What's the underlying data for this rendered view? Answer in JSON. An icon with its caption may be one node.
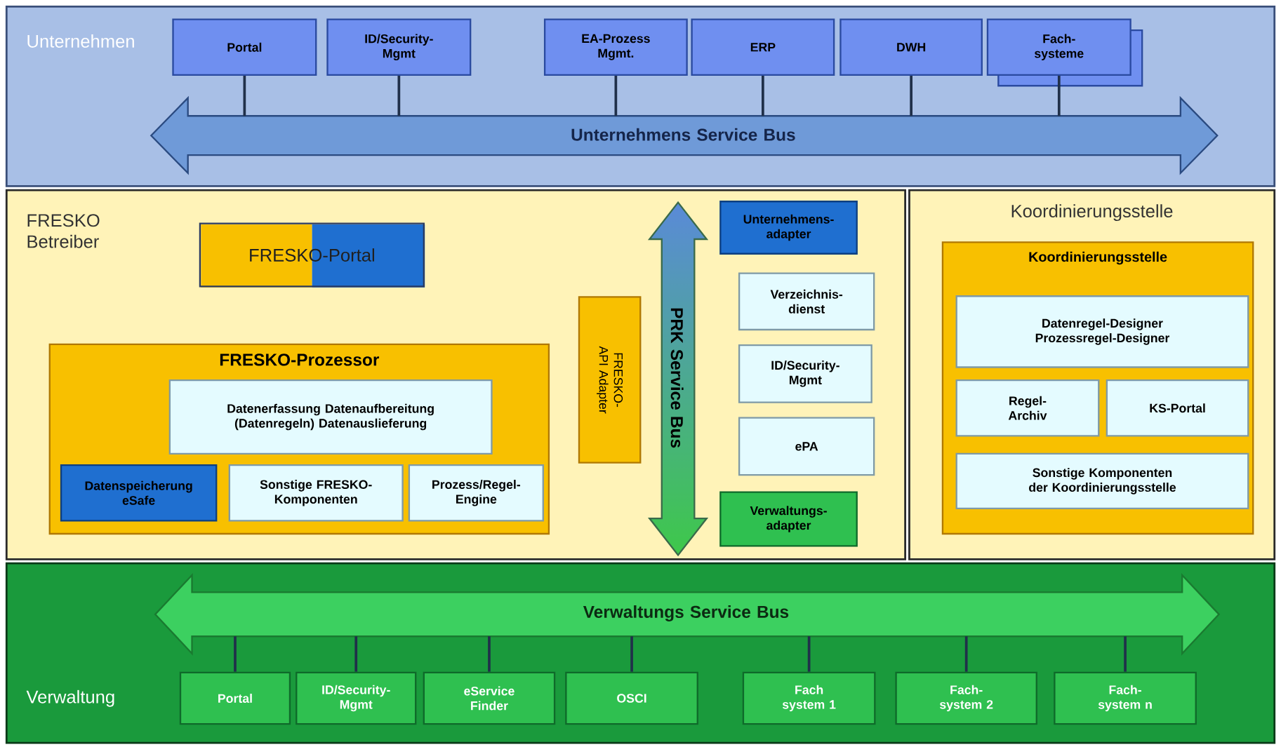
{
  "diagram": {
    "nodes": [
      {
        "text": [
          "Unternehmen"
        ]
      },
      {
        "text": [
          "Portal"
        ],
        "in": 0
      },
      {
        "text": [
          "ID/Security-Mgmt"
        ],
        "in": 0
      },
      {
        "text": [
          "EA-Prozess Mgmt."
        ],
        "in": 0
      },
      {
        "text": [
          "ERP"
        ],
        "in": 0
      },
      {
        "text": [
          "DWH"
        ],
        "in": 0
      },
      {
        "text": [
          "Fach-systeme"
        ],
        "in": 0
      },
      {
        "text": [
          "Unternehmens Service Bus"
        ],
        "in": 0
      },
      {
        "text": [
          "FRESKO Betreiber"
        ]
      },
      {
        "text": [
          "FRESKO-Portal"
        ],
        "in": 8
      },
      {
        "text": [
          "FRESKO-Prozessor"
        ],
        "in": 8
      },
      {
        "text": [
          "Datenerfassung Datenaufbereitung (Datenregeln) Datenauslieferung"
        ],
        "in": 10
      },
      {
        "text": [
          "Datenspeicherung eSafe"
        ],
        "in": 10
      },
      {
        "text": [
          "Sonstige FRESKO-Komponenten"
        ],
        "in": 10
      },
      {
        "text": [
          "Prozess/Regel-Engine"
        ],
        "in": 10
      },
      {
        "text": [
          "FRESKO-API Adapter"
        ],
        "in": 8
      },
      {
        "text": [
          "PRK Service Bus"
        ],
        "in": 8
      },
      {
        "text": [
          "Unternehmens-adapter"
        ],
        "in": 8
      },
      {
        "text": [
          "Verzeichnis-dienst"
        ],
        "in": 8
      },
      {
        "text": [
          "ID/Security-Mgmt"
        ],
        "in": 8
      },
      {
        "text": [
          "ePA"
        ],
        "in": 8
      },
      {
        "text": [
          "Verwaltungs-adapter"
        ],
        "in": 8
      },
      {
        "text": [
          "Koordinierungsstelle"
        ]
      },
      {
        "text": [
          "Koordinierungsstelle"
        ],
        "in": 22
      },
      {
        "text": [
          "Datenregel-Designer Prozessregel-Designer"
        ],
        "in": 23
      },
      {
        "text": [
          "Regel-Archiv"
        ],
        "in": 23
      },
      {
        "text": [
          "KS-Portal"
        ],
        "in": 23
      },
      {
        "text": [
          "Sonstige Komponenten der Koordinierungsstelle"
        ],
        "in": 23
      },
      {
        "text": [
          "Verwaltung"
        ]
      },
      {
        "text": [
          "Verwaltungs Service Bus"
        ],
        "in": 28
      },
      {
        "text": [
          "Portal"
        ],
        "in": 28
      },
      {
        "text": [
          "ID/Security-Mgmt"
        ],
        "in": 28
      },
      {
        "text": [
          "eService Finder"
        ],
        "in": 28
      },
      {
        "text": [
          "OSCI"
        ],
        "in": 28
      },
      {
        "text": [
          "Fach system 1"
        ],
        "in": 28
      },
      {
        "text": [
          "Fach-system 2"
        ],
        "in": 28
      },
      {
        "text": [
          "Fach-system n"
        ],
        "in": 28
      }
    ],
    "edges": [
      {
        "from": 1,
        "to": 7,
        "arrow": "none"
      },
      {
        "from": 2,
        "to": 7,
        "arrow": "none"
      },
      {
        "from": 3,
        "to": 7,
        "arrow": "none"
      },
      {
        "from": 4,
        "to": 7,
        "arrow": "none"
      },
      {
        "from": 5,
        "to": 7,
        "arrow": "none"
      },
      {
        "from": 6,
        "to": 7,
        "arrow": "none"
      },
      {
        "from": 30,
        "to": 29,
        "arrow": "none"
      },
      {
        "from": 31,
        "to": 29,
        "arrow": "none"
      },
      {
        "from": 32,
        "to": 29,
        "arrow": "none"
      },
      {
        "from": 33,
        "to": 29,
        "arrow": "none"
      },
      {
        "from": 34,
        "to": 29,
        "arrow": "none"
      },
      {
        "from": 35,
        "to": 29,
        "arrow": "none"
      },
      {
        "from": 36,
        "to": 29,
        "arrow": "none"
      }
    ]
  }
}
